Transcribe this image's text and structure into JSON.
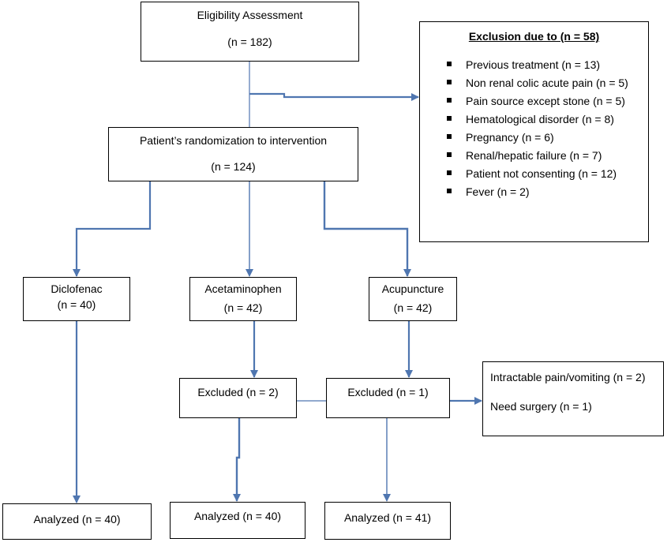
{
  "eligibility": {
    "title": "Eligibility Assessment",
    "n": "(n = 182)"
  },
  "exclusion": {
    "title": "Exclusion due to (n = 58)",
    "items": [
      "Previous treatment (n = 13)",
      "Non renal colic acute pain (n = 5)",
      "Pain source except stone (n = 5)",
      "Hematological disorder (n = 8)",
      "Pregnancy (n = 6)",
      "Renal/hepatic failure (n = 7)",
      "Patient not consenting (n = 12)",
      "Fever (n = 2)"
    ]
  },
  "randomization": {
    "title": "Patient’s randomization to intervention",
    "n": "(n = 124)"
  },
  "arms": {
    "diclofenac": {
      "title": "Diclofenac",
      "n": "(n = 40)"
    },
    "acetaminophen": {
      "title": "Acetaminophen",
      "n": "(n = 42)"
    },
    "acupuncture": {
      "title": "Acupuncture",
      "n": "(n = 42)"
    }
  },
  "excluded": {
    "acetaminophen": "Excluded (n = 2)",
    "acupuncture": "Excluded (n = 1)"
  },
  "reasons": {
    "pain": "Intractable pain/vomiting (n = 2)",
    "surgery": "Need surgery (n = 1)"
  },
  "analyzed": {
    "diclofenac": "Analyzed (n = 40)",
    "acetaminophen": "Analyzed (n = 40)",
    "acupuncture": "Analyzed (n = 41)"
  },
  "colors": {
    "connector": "#4f76b0",
    "border": "#000000"
  }
}
